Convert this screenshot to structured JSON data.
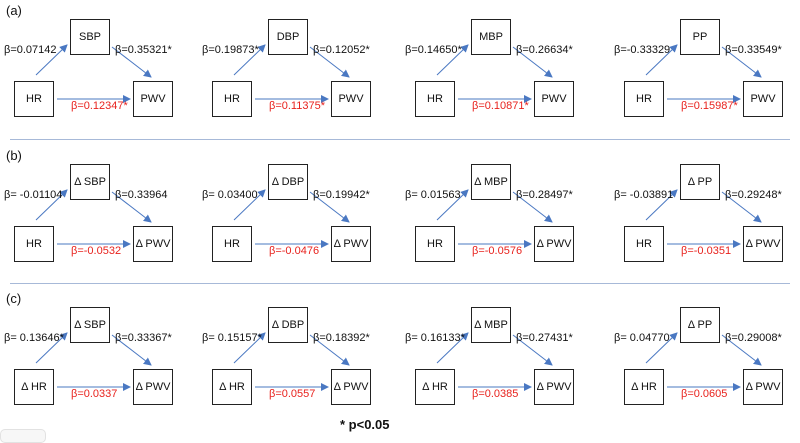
{
  "colors": {
    "arrow": "#4a78c2",
    "significant_direct": "#e8221d",
    "box_border": "#222222",
    "divider": "#a7b9d8"
  },
  "legend": "* p<0.05",
  "panels": [
    {
      "label": "(a)",
      "units": [
        {
          "source": "HR",
          "mediator": "SBP",
          "outcome": "PWV",
          "beta_a": "β=0.07142",
          "beta_b": "β=0.35321*",
          "beta_c": "β=0.12347*"
        },
        {
          "source": "HR",
          "mediator": "DBP",
          "outcome": "PWV",
          "beta_a": "β=0.19873*",
          "beta_b": "β=0.12052*",
          "beta_c": "β=0.11375*"
        },
        {
          "source": "HR",
          "mediator": "MBP",
          "outcome": "PWV",
          "beta_a": "β=0.14650*",
          "beta_b": "β=0.26634*",
          "beta_c": "β=0.10871*"
        },
        {
          "source": "HR",
          "mediator": "PP",
          "outcome": "PWV",
          "beta_a": "β=-0.33329",
          "beta_b": "β=0.33549*",
          "beta_c": "β=0.15987*"
        }
      ]
    },
    {
      "label": "(b)",
      "units": [
        {
          "source": "HR",
          "mediator": "Δ SBP",
          "outcome": "Δ PWV",
          "beta_a": "β= -0.01104",
          "beta_b": "β=0.33964",
          "beta_c": "β=-0.0532"
        },
        {
          "source": "HR",
          "mediator": "Δ DBP",
          "outcome": "Δ PWV",
          "beta_a": "β= 0.03400",
          "beta_b": "β=0.19942*",
          "beta_c": "β=-0.0476"
        },
        {
          "source": "HR",
          "mediator": "Δ MBP",
          "outcome": "Δ PWV",
          "beta_a": "β= 0.01563",
          "beta_b": "β=0.28497*",
          "beta_c": "β=-0.0576"
        },
        {
          "source": "HR",
          "mediator": "Δ PP",
          "outcome": "Δ PWV",
          "beta_a": "β= -0.03891",
          "beta_b": "β=0.29248*",
          "beta_c": "β=-0.0351"
        }
      ]
    },
    {
      "label": "(c)",
      "units": [
        {
          "source": "Δ HR",
          "mediator": "Δ SBP",
          "outcome": "Δ PWV",
          "beta_a": "β= 0.13646*",
          "beta_b": "β=0.33367*",
          "beta_c": "β=0.0337"
        },
        {
          "source": "Δ HR",
          "mediator": "Δ DBP",
          "outcome": "Δ PWV",
          "beta_a": "β= 0.15157*",
          "beta_b": "β=0.18392*",
          "beta_c": "β=0.0557"
        },
        {
          "source": "Δ HR",
          "mediator": "Δ MBP",
          "outcome": "Δ PWV",
          "beta_a": "β= 0.16133*",
          "beta_b": "β=0.27431*",
          "beta_c": "β=0.0385"
        },
        {
          "source": "Δ HR",
          "mediator": "Δ PP",
          "outcome": "Δ PWV",
          "beta_a": "β= 0.04770",
          "beta_b": "β=0.29008*",
          "beta_c": "β=0.0605"
        }
      ]
    }
  ]
}
